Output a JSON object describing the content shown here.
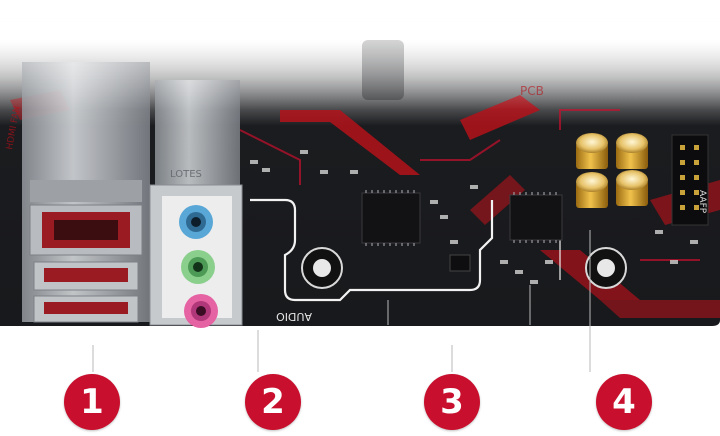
{
  "image": {
    "subject": "motherboard-audio-section",
    "accent_color": "#c8102e",
    "board_color": "#1b1c1f",
    "trace_color": "#b5121b"
  },
  "board_text": {
    "audio_label": "AUDIO",
    "jack_plate_label": "LOTES",
    "pcb_label": "PCB",
    "header_label": "AAFP",
    "port_label": "HDMI FAN"
  },
  "callouts": [
    {
      "number": "1"
    },
    {
      "number": "2"
    },
    {
      "number": "3"
    },
    {
      "number": "4"
    }
  ]
}
